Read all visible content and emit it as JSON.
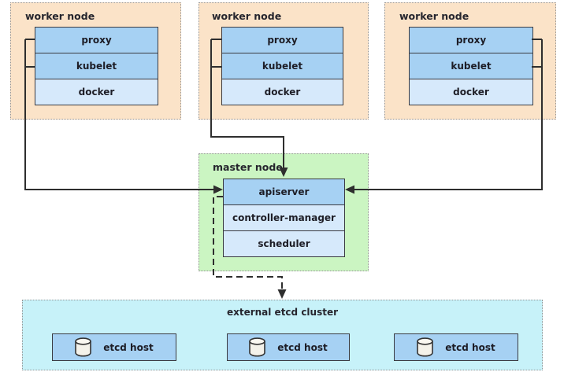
{
  "title": "Kubernetes cluster with external etcd topology diagram",
  "colors": {
    "worker_bg": "#fbe3c8",
    "master_bg": "#cbf5c2",
    "etcd_bg": "#c7f2f9",
    "component_primary": "#a6d1f3",
    "component_secondary": "#d6e9fb",
    "line": "#2e2e2e"
  },
  "workers": [
    {
      "label": "worker node",
      "components": [
        "proxy",
        "kubelet",
        "docker"
      ]
    },
    {
      "label": "worker node",
      "components": [
        "proxy",
        "kubelet",
        "docker"
      ]
    },
    {
      "label": "worker node",
      "components": [
        "proxy",
        "kubelet",
        "docker"
      ]
    }
  ],
  "master": {
    "label": "master node",
    "components": [
      "apiserver",
      "controller-manager",
      "scheduler"
    ]
  },
  "etcd": {
    "label": "external etcd cluster",
    "hosts": [
      {
        "icon": "database-cylinder-icon",
        "label": "etcd host"
      },
      {
        "icon": "database-cylinder-icon",
        "label": "etcd host"
      },
      {
        "icon": "database-cylinder-icon",
        "label": "etcd host"
      }
    ]
  }
}
